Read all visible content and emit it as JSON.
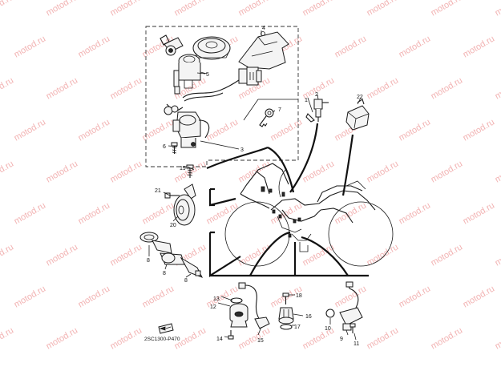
{
  "watermark": "motod.ru",
  "diagram_code": "2SC1300-P470",
  "callouts": {
    "c1": "1",
    "c2": "2",
    "c3": "3",
    "c4": "4",
    "c5": "5",
    "c6": "6",
    "c7": "7",
    "c8a": "8",
    "c8b": "8",
    "c8c": "8",
    "c9": "9",
    "c10": "10",
    "c11": "11",
    "c12": "12",
    "c13": "13",
    "c14": "14",
    "c15": "15",
    "c16": "16",
    "c17": "17",
    "c18": "18",
    "c19": "19",
    "c20": "20",
    "c21": "21",
    "c22": "22"
  }
}
